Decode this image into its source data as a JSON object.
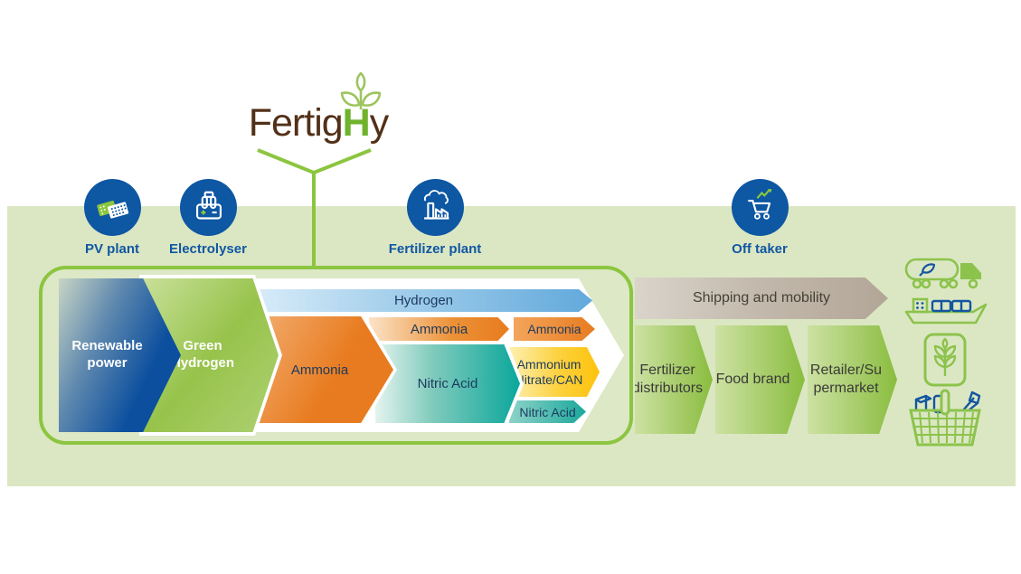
{
  "logo": {
    "text_primary": "Fertig",
    "text_accent": "H",
    "text_suffix": "y",
    "icon": "sprout-icon"
  },
  "stage_icons": [
    {
      "label": "PV plant",
      "icon": "solar-panels-icon"
    },
    {
      "label": "Electrolyser",
      "icon": "electrolyser-cell-icon"
    },
    {
      "label": "Fertilizer plant",
      "icon": "factory-icon"
    },
    {
      "label": "Off taker",
      "icon": "shopping-cart-growth-icon"
    }
  ],
  "value_chain": {
    "renewable_power": "Renewable power",
    "green_hydrogen": "Green Hydrogen",
    "ammonia_primary": "Ammonia",
    "hydrogen_stream": "Hydrogen",
    "ammonia_stream": "Ammonia",
    "ammonia_output": "Ammonia",
    "nitric_acid_stream": "Nitric Acid",
    "ammonium_nitrate_output": "Ammonium Nitrate/CAN",
    "nitric_acid_output": "Nitric Acid"
  },
  "downstream": {
    "shipping": "Shipping and mobility",
    "fertilizer_distributors": "Fertilizer distributors",
    "food_brand": "Food brand",
    "retailer": "Retailer/Supermarket"
  },
  "end_use_icons": [
    "tanker-truck-icon",
    "container-ship-icon",
    "fertilizer-bag-icon",
    "grocery-basket-icon"
  ],
  "colors": {
    "background_band": "#dbe7c3",
    "frame_green": "#8cc540",
    "circle_blue": "#0d57a3",
    "label_blue": "#1157a2",
    "renewable_blue": "#0b4f9e",
    "hydrogen_blue": "#62a9dc",
    "ammonia_orange": "#e87b1f",
    "nitric_teal": "#0aa79b",
    "can_yellow": "#fcc30b",
    "shipping_taupe": "#b2a697",
    "chain_green": "#8abd3f",
    "logo_brown": "#523018",
    "logo_green": "#6fb32c",
    "text_navy": "#1c3a5e"
  }
}
